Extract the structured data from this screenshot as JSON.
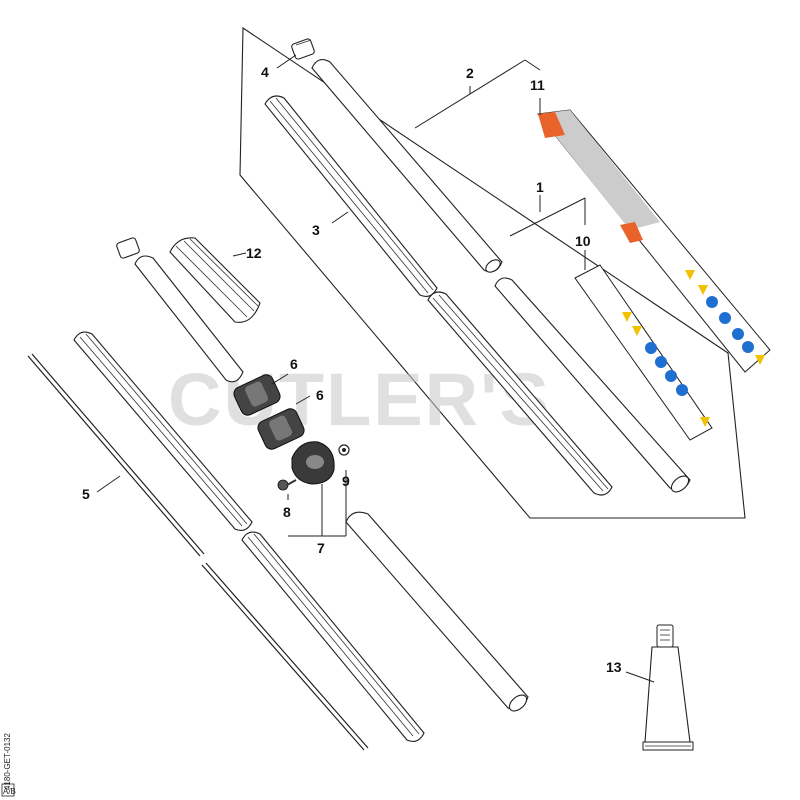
{
  "watermark": "CUTLER'S",
  "drawing_number": "4180-GET-0132",
  "corner_mark": "A/B",
  "callouts": {
    "c1": "1",
    "c2": "2",
    "c3": "3",
    "c4": "4",
    "c5": "5",
    "c6a": "6",
    "c6b": "6",
    "c7": "7",
    "c8": "8",
    "c9": "9",
    "c10": "10",
    "c11": "11",
    "c12": "12",
    "c13": "13"
  },
  "colors": {
    "label_accent": "#e8622a",
    "label_body": "#cccccc",
    "warning_yellow": "#f2c200",
    "mandatory_blue": "#1f6fd1"
  }
}
